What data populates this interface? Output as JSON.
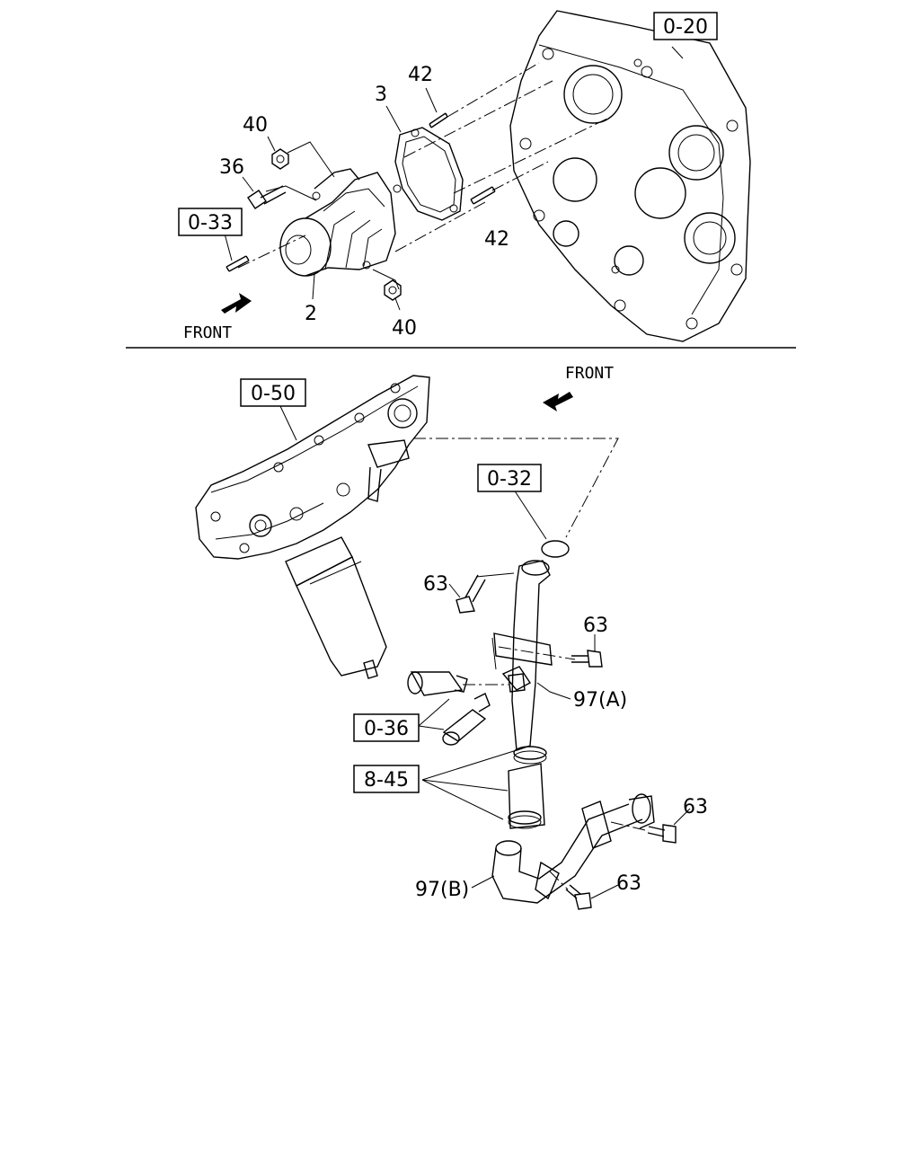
{
  "refs": {
    "r_020": "0-20",
    "r_033": "0-33",
    "r_050": "0-50",
    "r_032": "0-32",
    "r_036": "0-36",
    "r_845": "8-45"
  },
  "labels": {
    "p42_top": "42",
    "p3": "3",
    "p40_top": "40",
    "p36": "36",
    "p42_mid": "42",
    "p2": "2",
    "p40_bot": "40",
    "p63_a": "63",
    "p63_b": "63",
    "p97a": "97(A)",
    "p63_c": "63",
    "p97b": "97(B)",
    "p63_d": "63"
  },
  "front_top": "FRONT",
  "front_bottom": "FRONT"
}
